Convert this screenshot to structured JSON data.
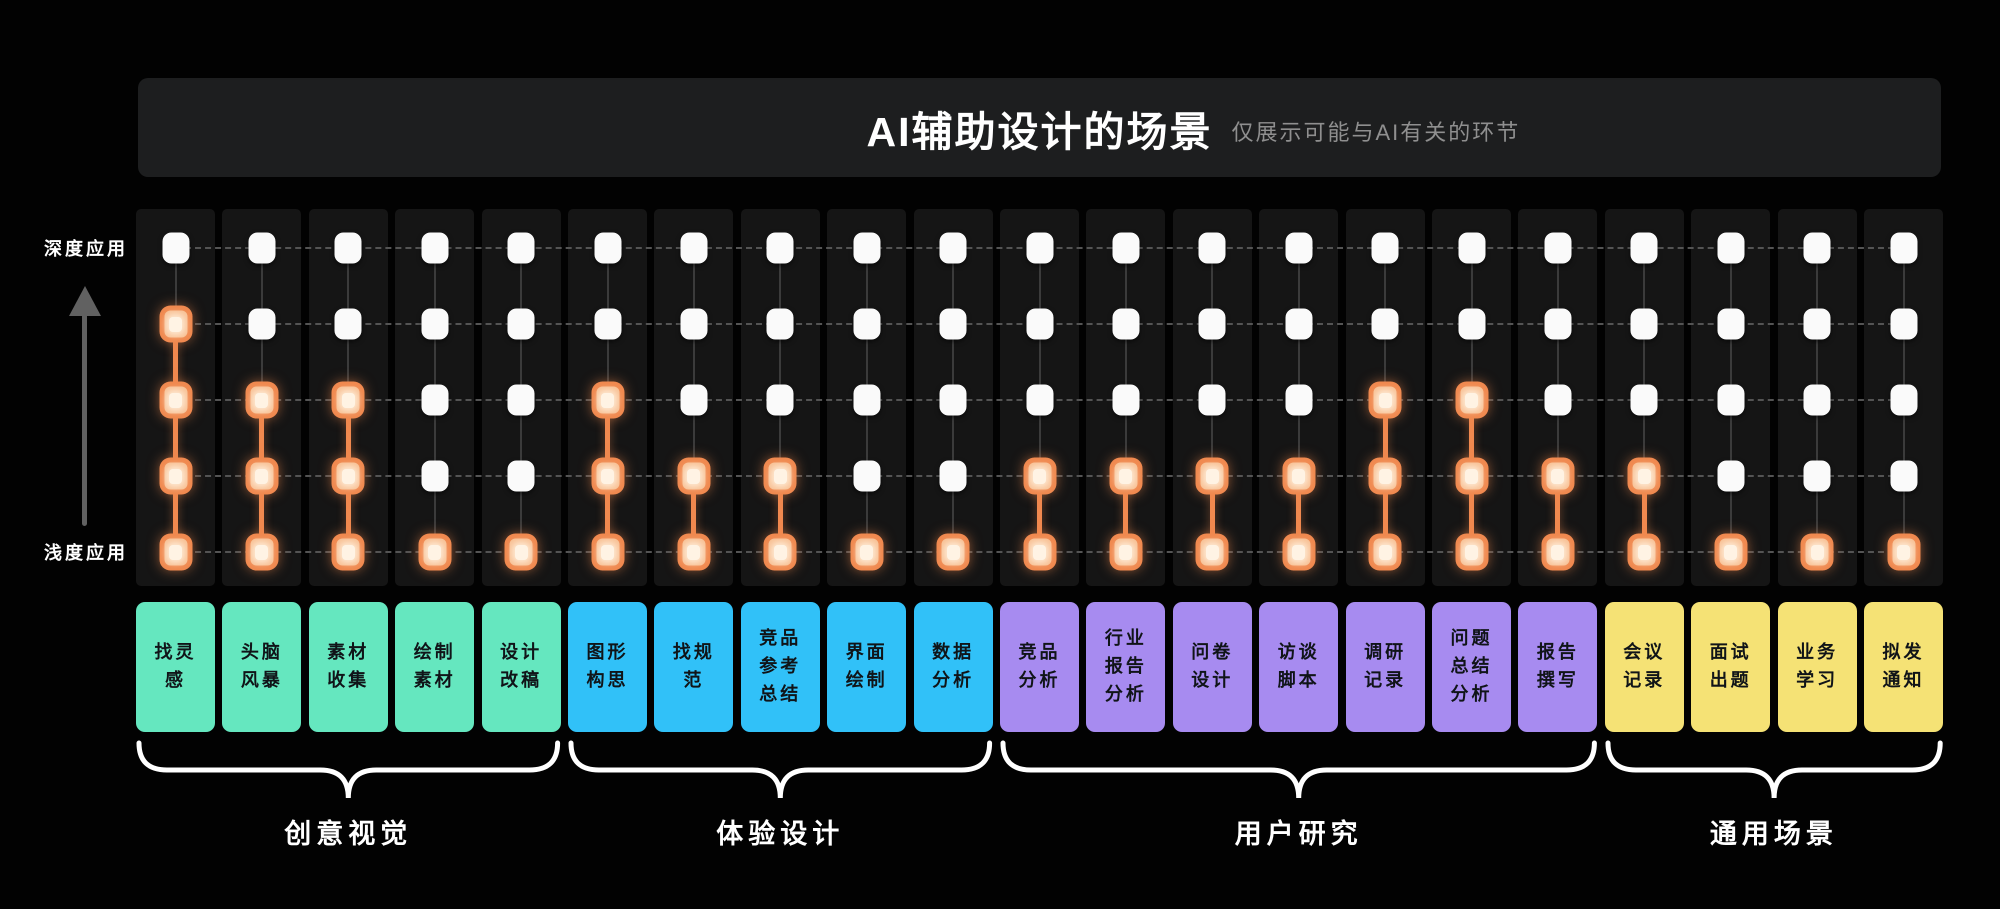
{
  "header": {
    "title": "AI辅助设计的场景",
    "subtitle": "仅展示可能与AI有关的环节"
  },
  "axis": {
    "top_label": "深度应用",
    "bottom_label": "浅度应用",
    "levels": 5,
    "arrow_icon": "up-arrow-icon"
  },
  "colors": {
    "background": "#020202",
    "header_bg": "#1d1e1f",
    "panel": "#151515",
    "accent_orange": "#f0894f",
    "dot_inactive": "#fafafa",
    "creative": "#65e7bf",
    "experience": "#31c1f8",
    "research": "#a78bf0",
    "general": "#f5e275"
  },
  "groups": [
    {
      "label": "创意视觉",
      "color": "#65e7bf",
      "scenarios": [
        {
          "label": "找灵感",
          "depth": 4
        },
        {
          "label": "头脑风暴",
          "depth": 3
        },
        {
          "label": "素材收集",
          "depth": 3
        },
        {
          "label": "绘制素材",
          "depth": 1
        },
        {
          "label": "设计改稿",
          "depth": 1
        }
      ]
    },
    {
      "label": "体验设计",
      "color": "#31c1f8",
      "scenarios": [
        {
          "label": "图形构思",
          "depth": 3
        },
        {
          "label": "找规范",
          "depth": 2
        },
        {
          "label": "竞品参考总结",
          "depth": 2
        },
        {
          "label": "界面绘制",
          "depth": 1
        },
        {
          "label": "数据分析",
          "depth": 1
        }
      ]
    },
    {
      "label": "用户研究",
      "color": "#a78bf0",
      "scenarios": [
        {
          "label": "竞品分析",
          "depth": 2
        },
        {
          "label": "行业报告分析",
          "depth": 2
        },
        {
          "label": "问卷设计",
          "depth": 2
        },
        {
          "label": "访谈脚本",
          "depth": 2
        },
        {
          "label": "调研记录",
          "depth": 3
        },
        {
          "label": "问题总结分析",
          "depth": 3
        },
        {
          "label": "报告撰写",
          "depth": 2
        }
      ]
    },
    {
      "label": "通用场景",
      "color": "#f5e275",
      "scenarios": [
        {
          "label": "会议记录",
          "depth": 2
        },
        {
          "label": "面试出题",
          "depth": 1
        },
        {
          "label": "业务学习",
          "depth": 1
        },
        {
          "label": "拟发通知",
          "depth": 1
        }
      ]
    }
  ],
  "chart_data": {
    "type": "heatmap",
    "title": "AI辅助设计的场景",
    "subtitle": "仅展示可能与AI有关的环节",
    "y_axis_top": "深度应用",
    "y_axis_bottom": "浅度应用",
    "levels_per_column": 5,
    "value_meaning": "count of highlighted depth levels, filled upward from the shallow (bottom) end of the 5-level scale",
    "categories": [
      "找灵感",
      "头脑风暴",
      "素材收集",
      "绘制素材",
      "设计改稿",
      "图形构思",
      "找规范",
      "竞品参考总结",
      "界面绘制",
      "数据分析",
      "竞品分析",
      "行业报告分析",
      "问卷设计",
      "访谈脚本",
      "调研记录",
      "问题总结分析",
      "报告撰写",
      "会议记录",
      "面试出题",
      "业务学习",
      "拟发通知"
    ],
    "values": [
      4,
      3,
      3,
      1,
      1,
      3,
      2,
      2,
      1,
      1,
      2,
      2,
      2,
      2,
      3,
      3,
      2,
      2,
      1,
      1,
      1
    ],
    "groups": [
      {
        "label": "创意视觉",
        "categories": [
          "找灵感",
          "头脑风暴",
          "素材收集",
          "绘制素材",
          "设计改稿"
        ]
      },
      {
        "label": "体验设计",
        "categories": [
          "图形构思",
          "找规范",
          "竞品参考总结",
          "界面绘制",
          "数据分析"
        ]
      },
      {
        "label": "用户研究",
        "categories": [
          "竞品分析",
          "行业报告分析",
          "问卷设计",
          "访谈脚本",
          "调研记录",
          "问题总结分析",
          "报告撰写"
        ]
      },
      {
        "label": "通用场景",
        "categories": [
          "会议记录",
          "面试出题",
          "业务学习",
          "拟发通知"
        ]
      }
    ]
  }
}
